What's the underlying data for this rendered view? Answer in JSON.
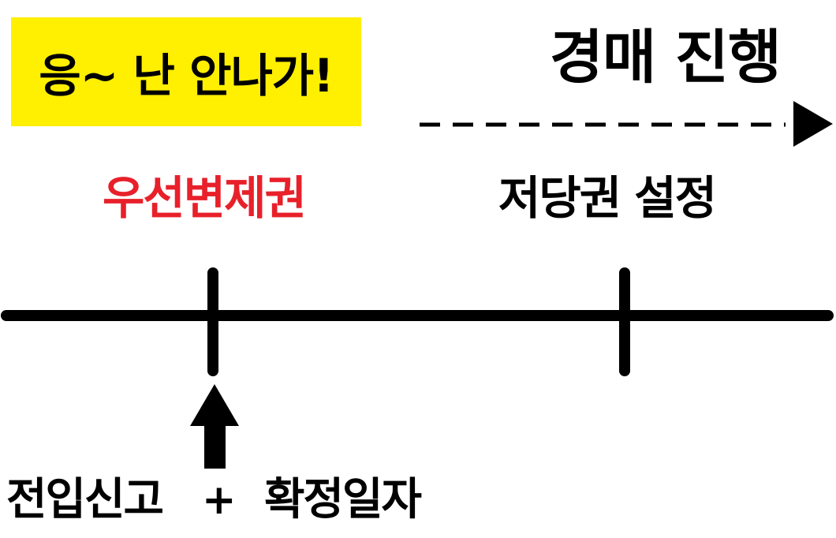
{
  "badge": {
    "text": "응~ 난 안나가!",
    "color": "#ffef00"
  },
  "auction": {
    "label": "경매 진행"
  },
  "timeline": {
    "marker_1_label": "우선변제권",
    "marker_1_label_color": "#e8202a",
    "marker_2_label": "저당권 설정"
  },
  "bottom": {
    "left_text": "전입신고",
    "plus": "+",
    "right_text": "확정일자"
  }
}
